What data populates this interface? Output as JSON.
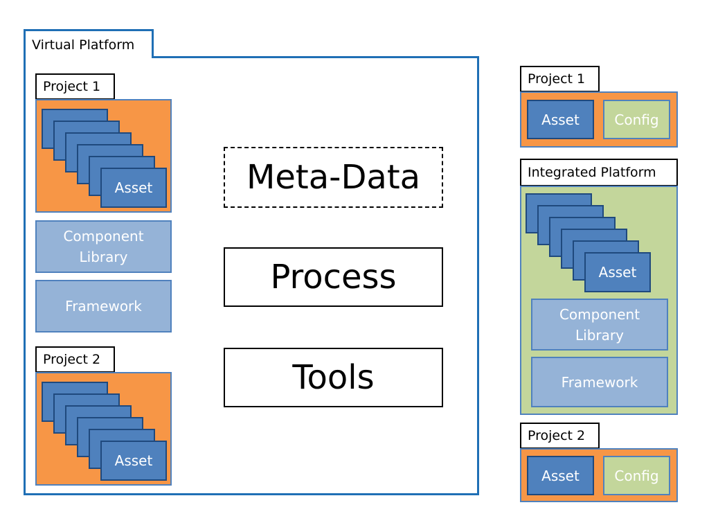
{
  "virtual_platform": {
    "title": "Virtual Platform",
    "project1": {
      "label": "Project 1",
      "asset_label": "Asset"
    },
    "component_library": "Component\nLibrary",
    "framework": "Framework",
    "project2": {
      "label": "Project 2",
      "asset_label": "Asset"
    }
  },
  "center": {
    "meta_data": "Meta-Data",
    "process": "Process",
    "tools": "Tools"
  },
  "right": {
    "project1": {
      "label": "Project 1",
      "asset": "Asset",
      "config": "Config"
    },
    "integrated_platform": {
      "label": "Integrated Platform",
      "asset_label": "Asset",
      "component_library": "Component\nLibrary",
      "framework": "Framework"
    },
    "project2": {
      "label": "Project 2",
      "asset": "Asset",
      "config": "Config"
    }
  },
  "colors": {
    "blue_border": "#1f6fb5",
    "orange": "#f79646",
    "green": "#c3d69b",
    "asset_blue": "#4f81bd",
    "light_blue": "#95b3d7"
  }
}
